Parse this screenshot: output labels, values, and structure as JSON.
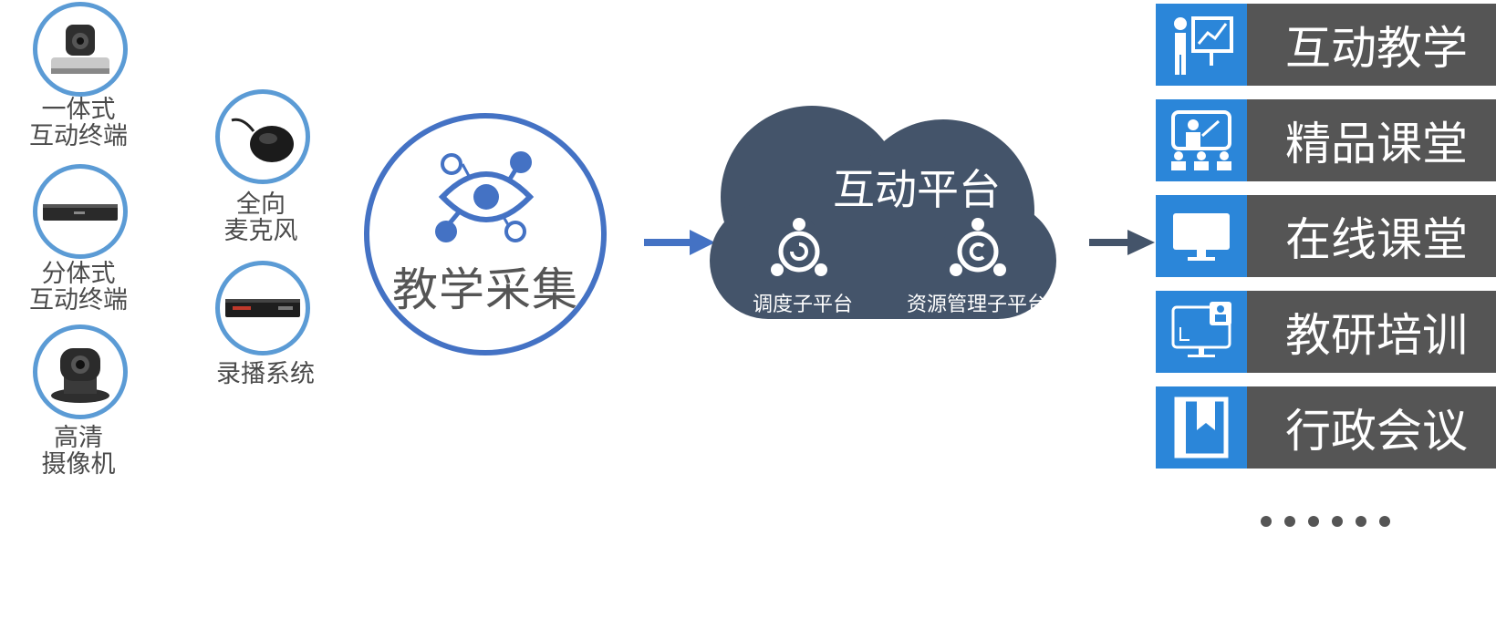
{
  "devices_left": [
    {
      "name": "integrated-terminal",
      "lines": [
        "一体式",
        "互动终端"
      ]
    },
    {
      "name": "split-terminal",
      "lines": [
        "分体式",
        "互动终端"
      ]
    },
    {
      "name": "hd-camera",
      "lines": [
        "高清",
        "摄像机"
      ]
    }
  ],
  "devices_mid": [
    {
      "name": "omni-microphone",
      "lines": [
        "全向",
        "麦克风"
      ]
    },
    {
      "name": "recording-system",
      "lines": [
        "录播系统"
      ]
    }
  ],
  "collect": {
    "title": "教学采集"
  },
  "platform": {
    "title": "互动平台",
    "subplatforms": [
      "调度子平台",
      "资源管理子平台"
    ]
  },
  "applications": [
    {
      "label": "互动教学",
      "icon": "teacher-chart-icon"
    },
    {
      "label": "精品课堂",
      "icon": "classroom-icon"
    },
    {
      "label": "在线课堂",
      "icon": "monitor-icon"
    },
    {
      "label": "教研培训",
      "icon": "video-call-icon"
    },
    {
      "label": "行政会议",
      "icon": "document-icon"
    }
  ],
  "colors": {
    "ring": "#5b9bd5",
    "collect_ring": "#4472c4",
    "cloud": "#44546a",
    "app_icon_bg": "#2b86d9",
    "app_label_bg": "#555555",
    "arrow_blue": "#4472c4"
  }
}
